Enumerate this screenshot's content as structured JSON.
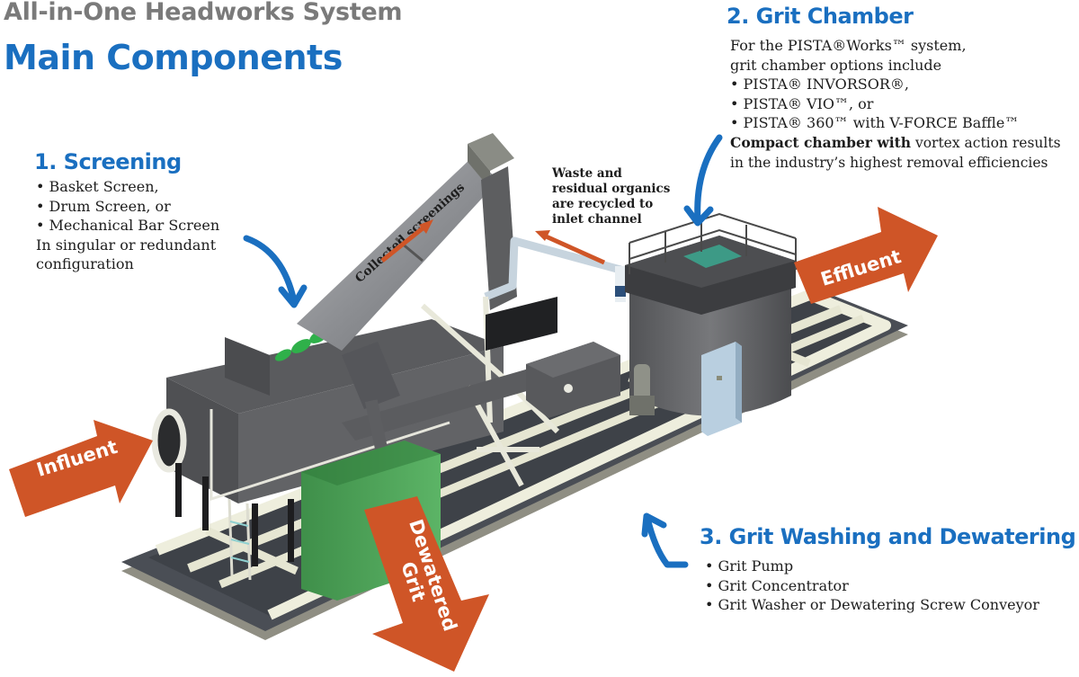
{
  "header": {
    "subtitle": "All-in-One Headworks System",
    "title": "Main Components"
  },
  "sections": {
    "screening": {
      "title": "1. Screening",
      "items": [
        "• Basket Screen,",
        "• Drum Screen, or",
        "• Mechanical Bar Screen"
      ],
      "note_lines": [
        "In singular or redundant",
        "configuration"
      ]
    },
    "grit_chamber": {
      "title": "2. Grit Chamber",
      "intro_lines": [
        "For the PISTA®Works™ system,",
        "grit chamber options include"
      ],
      "items": [
        "• PISTA® INVORSOR®,",
        "• PISTA® VIO™, or",
        "• PISTA® 360™ with V-FORCE Baffle™"
      ],
      "desc_bold": "Compact chamber with",
      "desc_rest": " vortex action results",
      "desc_line2": "in the industry’s highest removal efficiencies"
    },
    "grit_washing": {
      "title": "3. Grit Washing and Dewatering",
      "items": [
        "• Grit Pump",
        "• Grit Concentrator",
        "• Grit Washer or Dewatering Screw Conveyor"
      ]
    }
  },
  "annotations": {
    "collected_screenings": "Collected screenings",
    "recycle_lines": [
      "Waste and",
      "residual organics",
      "are recycled to",
      "inlet channel"
    ]
  },
  "flow_arrows": {
    "influent": "Influent",
    "effluent": "Effluent",
    "dewatered_line1": "Dewatered",
    "dewatered_line2": "Grit"
  },
  "colors": {
    "brand_blue": "#1a6fc0",
    "subtitle_gray": "#7a7a7a",
    "flow_orange": "#cf5527",
    "bin_green": "#4fa65a",
    "skid_dark": "#4a4e55",
    "frame_cream": "#eeeedd",
    "machine_gray": "#5e5f61",
    "panel_blue": "#b9cfe0"
  }
}
